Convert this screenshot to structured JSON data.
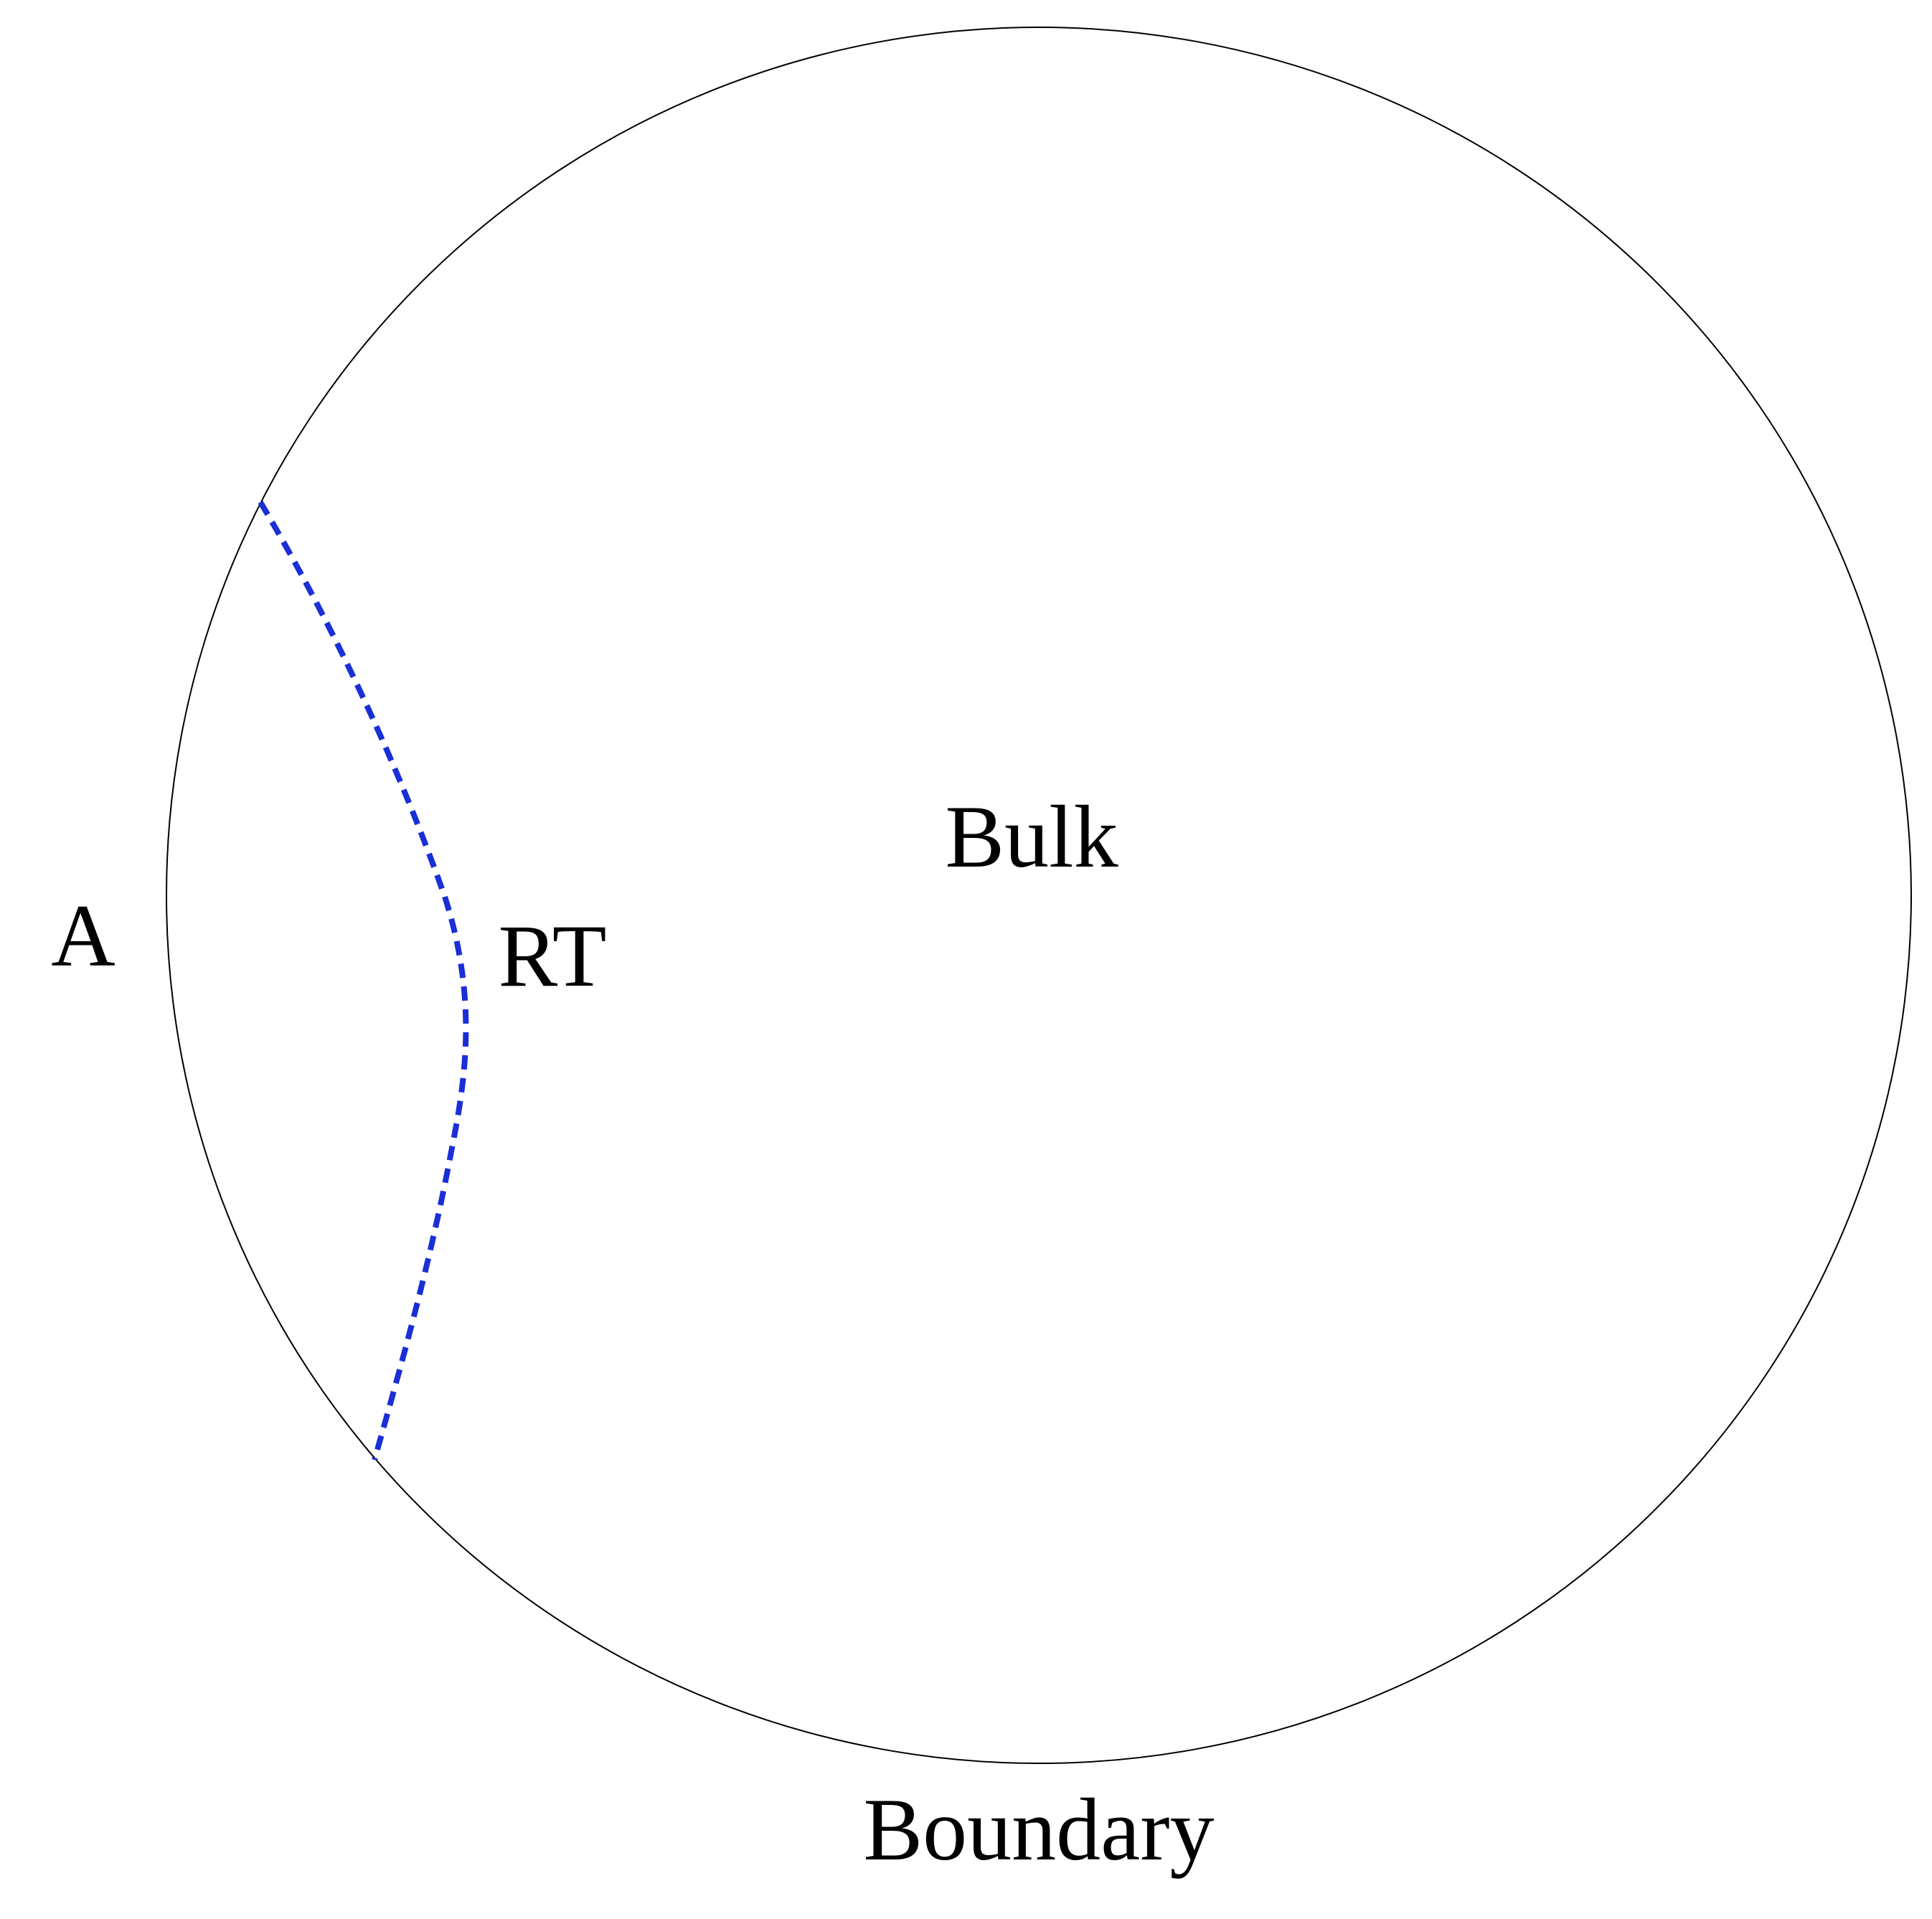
{
  "labels": {
    "bulk": "Bulk",
    "rt": "RT",
    "region_a": "A",
    "boundary": "Boundary"
  },
  "colors": {
    "circle_stroke": "#000000",
    "rt_curve": "#1a2fd6",
    "text": "#000000",
    "background": "#ffffff"
  }
}
